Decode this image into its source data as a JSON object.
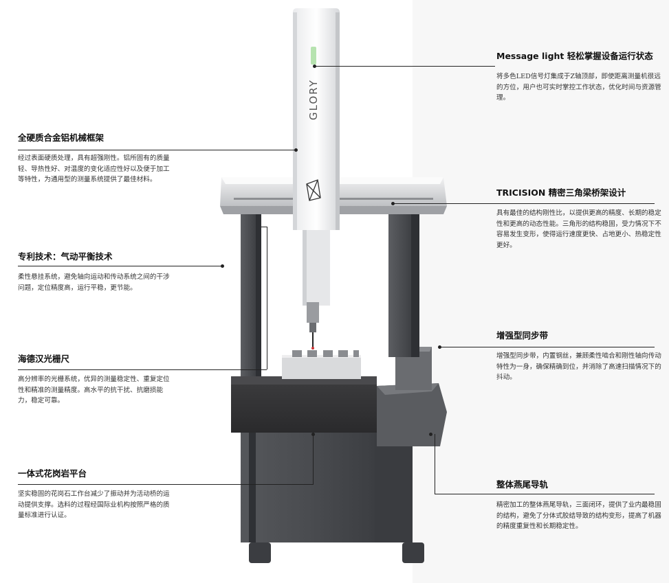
{
  "machine": {
    "brand_text": "GLORY"
  },
  "callouts": [
    {
      "title": "Message light 轻松掌握设备运行状态",
      "body": "将多色LED信号灯集成于Z轴顶部，即使距离测量机很远的方位，用户也可实时掌控工作状态，优化时间与资源管理。"
    },
    {
      "title": "全硬质合金铝机械框架",
      "body": "经过表面硬质处理，具有超强刚性。铝所固有的质量轻、导热性好、对温度的变化适应性好以及便于加工等特性，为通用型的测量系统提供了最佳材料。"
    },
    {
      "title": "TRICISION 精密三角梁桥架设计",
      "body": "具有最佳的结构刚性比，以提供更高的精度、长期的稳定性和更高的动态性能。三角形的结构稳固，受力情况下不容易发生变形，使得运行速度更快、占地更小、热稳定性更好。"
    },
    {
      "title": "专利技术：气动平衡技术",
      "body": "柔性悬挂系统，避免轴向运动和传动系统之间的干涉问题，定位精度高，运行平稳，更节能。"
    },
    {
      "title": "增强型同步带",
      "body": "增强型同步带，内置钢丝，兼顾柔性啮合和刚性轴向传动特性为一身，确保精确到位，并消除了高速扫描情况下的抖动。"
    },
    {
      "title": "海德汉光栅尺",
      "body": "高分辨率的光栅系统，优异的测量稳定性、重复定位性和精准的测量精度。高水平的抗干扰、抗磨损能力，稳定可靠。"
    },
    {
      "title": "一体式花岗岩平台",
      "body": "坚实稳固的花岗石工作台减少了振动并为活动桥的运动提供支撑。选料的过程经国际业机构按照严格的质量标准进行认证。"
    },
    {
      "title": "整体燕尾导轨",
      "body": "精密加工的整体燕尾导轨，三面闭环，提供了业内最稳固的结构，避免了分体式胶结导致的结构变形，提高了机器的精度重复性和长期稳定性。"
    }
  ]
}
